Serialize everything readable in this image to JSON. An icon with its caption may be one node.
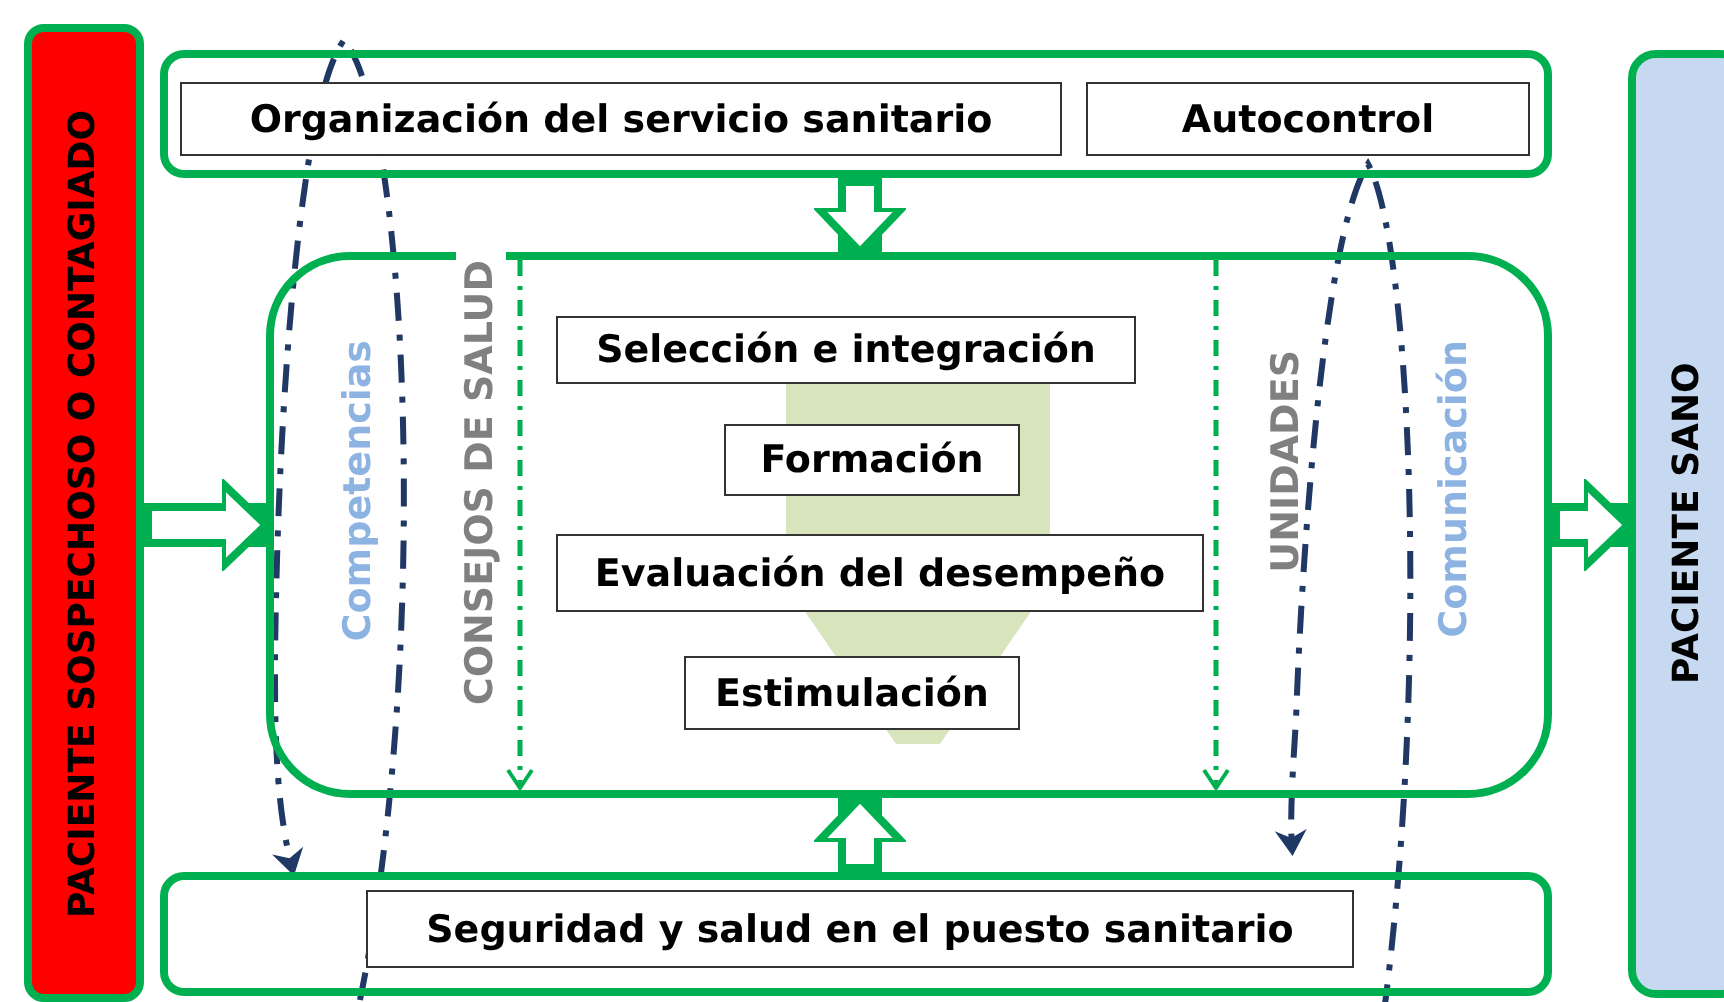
{
  "diagram": {
    "nodes": [
      {
        "text": [
          "PACIENTE SOSPECHOSO O CONTAGIADO"
        ]
      },
      {
        "text": [],
        "shape": "box"
      },
      {
        "text": [
          "Organización del servicio sanitario"
        ],
        "in": 1
      },
      {
        "text": [
          "Autocontrol"
        ],
        "in": 1
      },
      {
        "text": [],
        "shape": "box"
      },
      {
        "text": [
          "Selección e integración"
        ],
        "in": 4
      },
      {
        "text": [
          "Formación"
        ],
        "in": 4
      },
      {
        "text": [
          "Evaluación del desempeño"
        ],
        "in": 4
      },
      {
        "text": [
          "Estimulación"
        ],
        "in": 4
      },
      {
        "text": [],
        "shape": "box"
      },
      {
        "text": [
          "Seguridad y salud en el puesto sanitario"
        ],
        "in": 9
      },
      {
        "text": [
          "PACIENTE SANO"
        ]
      }
    ],
    "edges": [
      {
        "from": 0,
        "to": 4,
        "arrow": "to"
      },
      {
        "from": 1,
        "to": 4,
        "arrow": "to"
      },
      {
        "from": 9,
        "to": 4,
        "arrow": "to"
      },
      {
        "from": 4,
        "to": 11,
        "arrow": "to"
      }
    ],
    "labels": [
      "Competencias",
      "CONSEJOS DE SALUD",
      "UNIDADES",
      "Comunicación"
    ]
  }
}
